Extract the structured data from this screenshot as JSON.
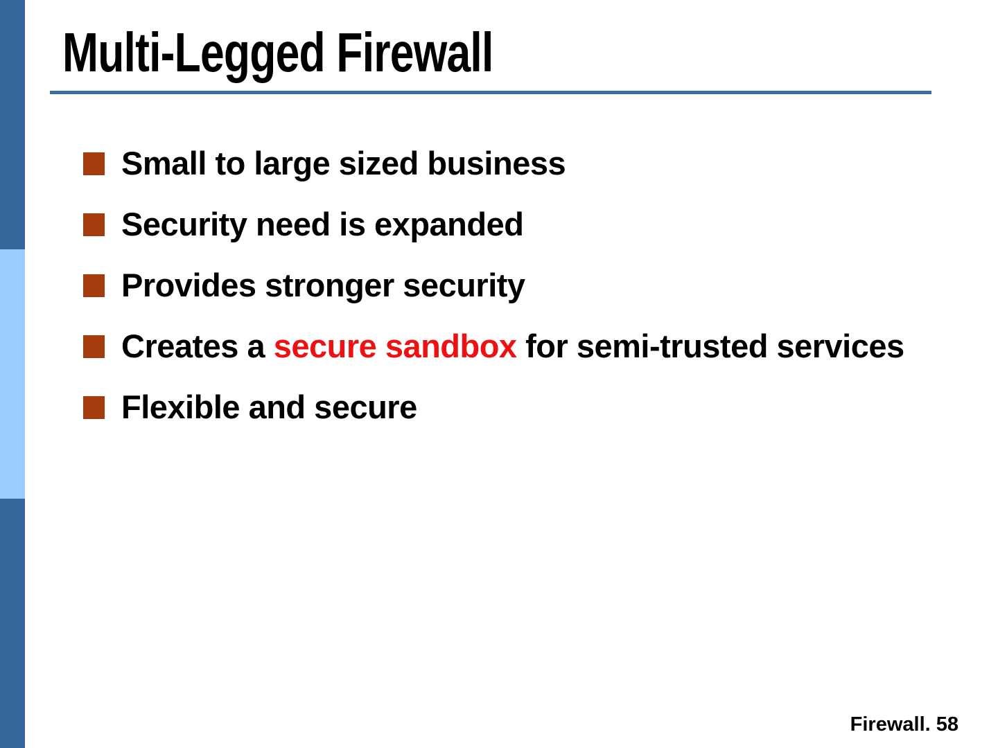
{
  "slide": {
    "title": "Multi-Legged Firewall",
    "bullets": [
      {
        "text": "Small to large sized business"
      },
      {
        "text": "Security need is expanded"
      },
      {
        "text": "Provides stronger security"
      },
      {
        "pre": "Creates a ",
        "highlight": "secure sandbox",
        "post": " for semi-trusted services"
      },
      {
        "text": "Flexible and secure"
      }
    ],
    "footer": "Firewall. 58"
  },
  "colors": {
    "background": "#FFFFFF",
    "sidebar-dark": "#35689B",
    "sidebar-light": "#99CCFF",
    "title-rule": "#3C6E9E",
    "bullet-square": "#A33B0C",
    "highlight": "#EE1111",
    "text": "#000000"
  }
}
